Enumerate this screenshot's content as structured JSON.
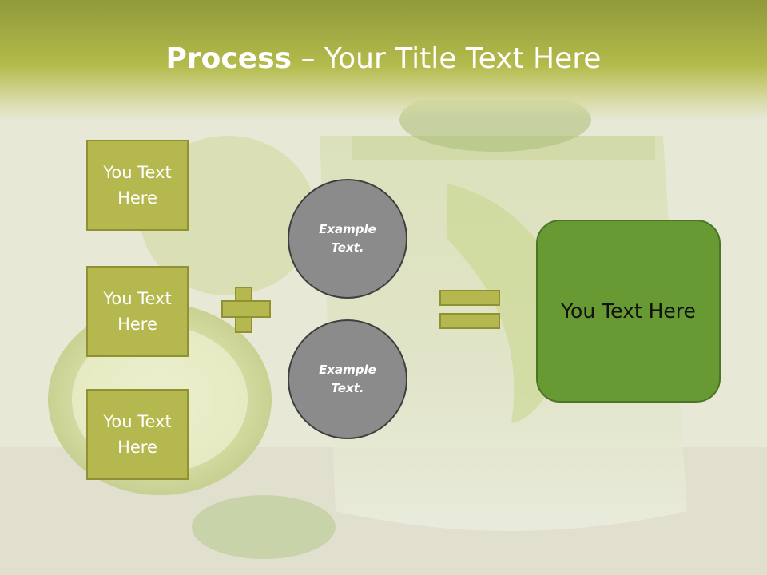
{
  "slide": {
    "title_bold": "Process",
    "title_rest": " – Your Title Text Here",
    "boxes": [
      "You Text Here",
      "You Text Here",
      "You Text Here"
    ],
    "circles": [
      "Example Text.",
      "Example Text."
    ],
    "result": "You Text Here"
  },
  "colors": {
    "header": "#b4bb4c",
    "box_fill": "#b5b84e",
    "box_border": "#8e9232",
    "circle_fill": "#8b8b8b",
    "result_fill": "#679a33"
  },
  "icons": [
    "plus-icon",
    "equals-icon"
  ]
}
